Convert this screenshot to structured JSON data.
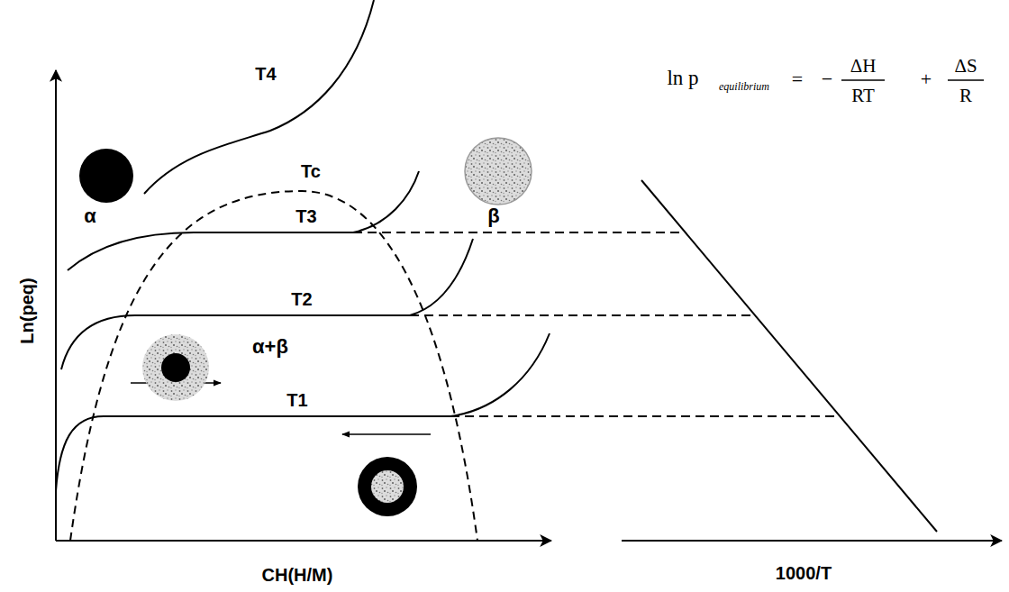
{
  "diagram": {
    "labels": [
      "T4",
      "ln p",
      "equilibrium",
      "=",
      "−",
      "ΔH",
      "RT",
      "+",
      "ΔS",
      "R",
      "α",
      "Tc",
      "T3",
      "β",
      "T2",
      "α+β",
      "T1",
      "Ln(peq)",
      "CH(H/M)",
      "1000/T"
    ]
  }
}
